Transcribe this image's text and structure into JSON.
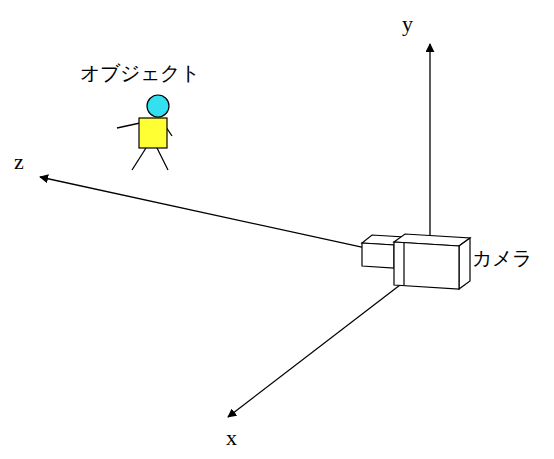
{
  "diagram": {
    "labels": [
      "y",
      "オブジェクト",
      "z",
      "カメラ",
      "x"
    ]
  }
}
